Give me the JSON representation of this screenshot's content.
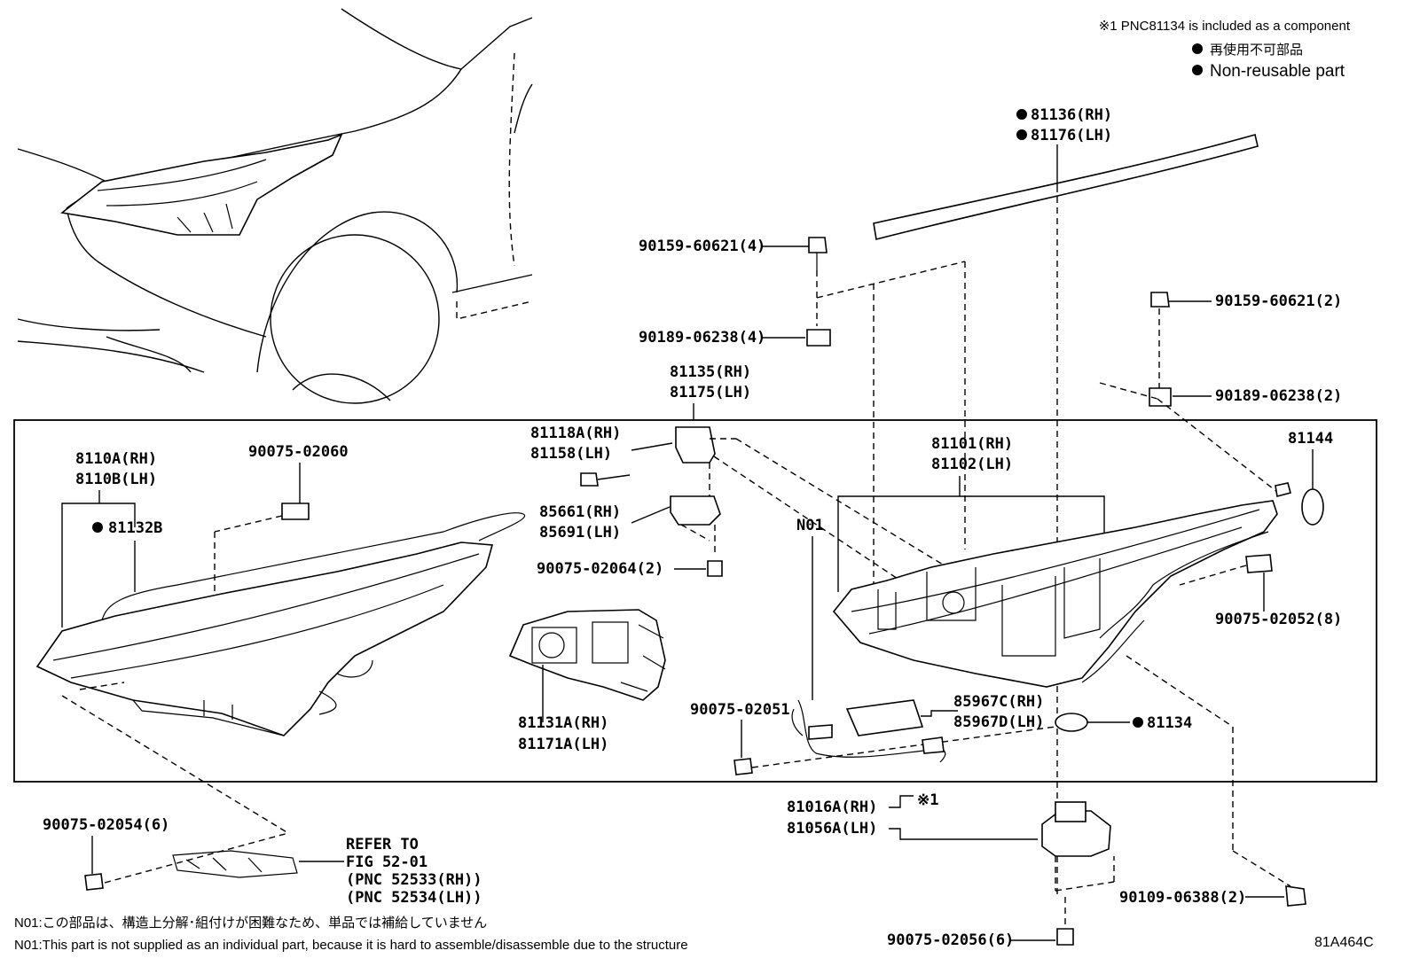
{
  "notes": {
    "component_note": "※1 PNC81134 is included as a component",
    "legend_jp": "再使用不可部品",
    "legend_en": "Non-reusable part"
  },
  "parts": {
    "p81136": "81136(RH)",
    "p81176": "81176(LH)",
    "p90159_4": "90159-60621(4)",
    "p90189_4": "90189-06238(4)",
    "p90159_2": "90159-60621(2)",
    "p90189_2": "90189-06238(2)",
    "p81135": "81135(RH)",
    "p81175": "81175(LH)",
    "p81118A": "81118A(RH)",
    "p81158": "81158(LH)",
    "p85661": "85661(RH)",
    "p85691": "85691(LH)",
    "p90075_02064": "90075-02064(2)",
    "p8110A": "8110A(RH)",
    "p8110B": "8110B(LH)",
    "p81132B": "81132B",
    "p90075_02060": "90075-02060",
    "p81131A": "81131A(RH)",
    "p81171A": "81171A(LH)",
    "p81101": "81101(RH)",
    "p81102": "81102(LH)",
    "pN01": "N01",
    "p81144": "81144",
    "p90075_02052": "90075-02052(8)",
    "p90075_02051": "90075-02051",
    "p85967C": "85967C(RH)",
    "p85967D": "85967D(LH)",
    "p81134": "81134",
    "p81016A": "81016A(RH)",
    "p81056A": "81056A(LH)",
    "mark1": "※1",
    "p90075_02054": "90075-02054(6)",
    "refer1": "REFER TO",
    "refer2": "FIG 52-01",
    "refer3": "(PNC 52533(RH))",
    "refer4": "(PNC 52534(LH))",
    "p90109": "90109-06388(2)",
    "p90075_02056": "90075-02056(6)"
  },
  "footer": {
    "n01_jp": "N01:この部品は、構造上分解･組付けが困難なため、単品では補給していません",
    "n01_en": "N01:This part is not supplied as an individual part, because it is hard to assemble/disassemble due to the structure",
    "figure_id": "81A464C"
  }
}
